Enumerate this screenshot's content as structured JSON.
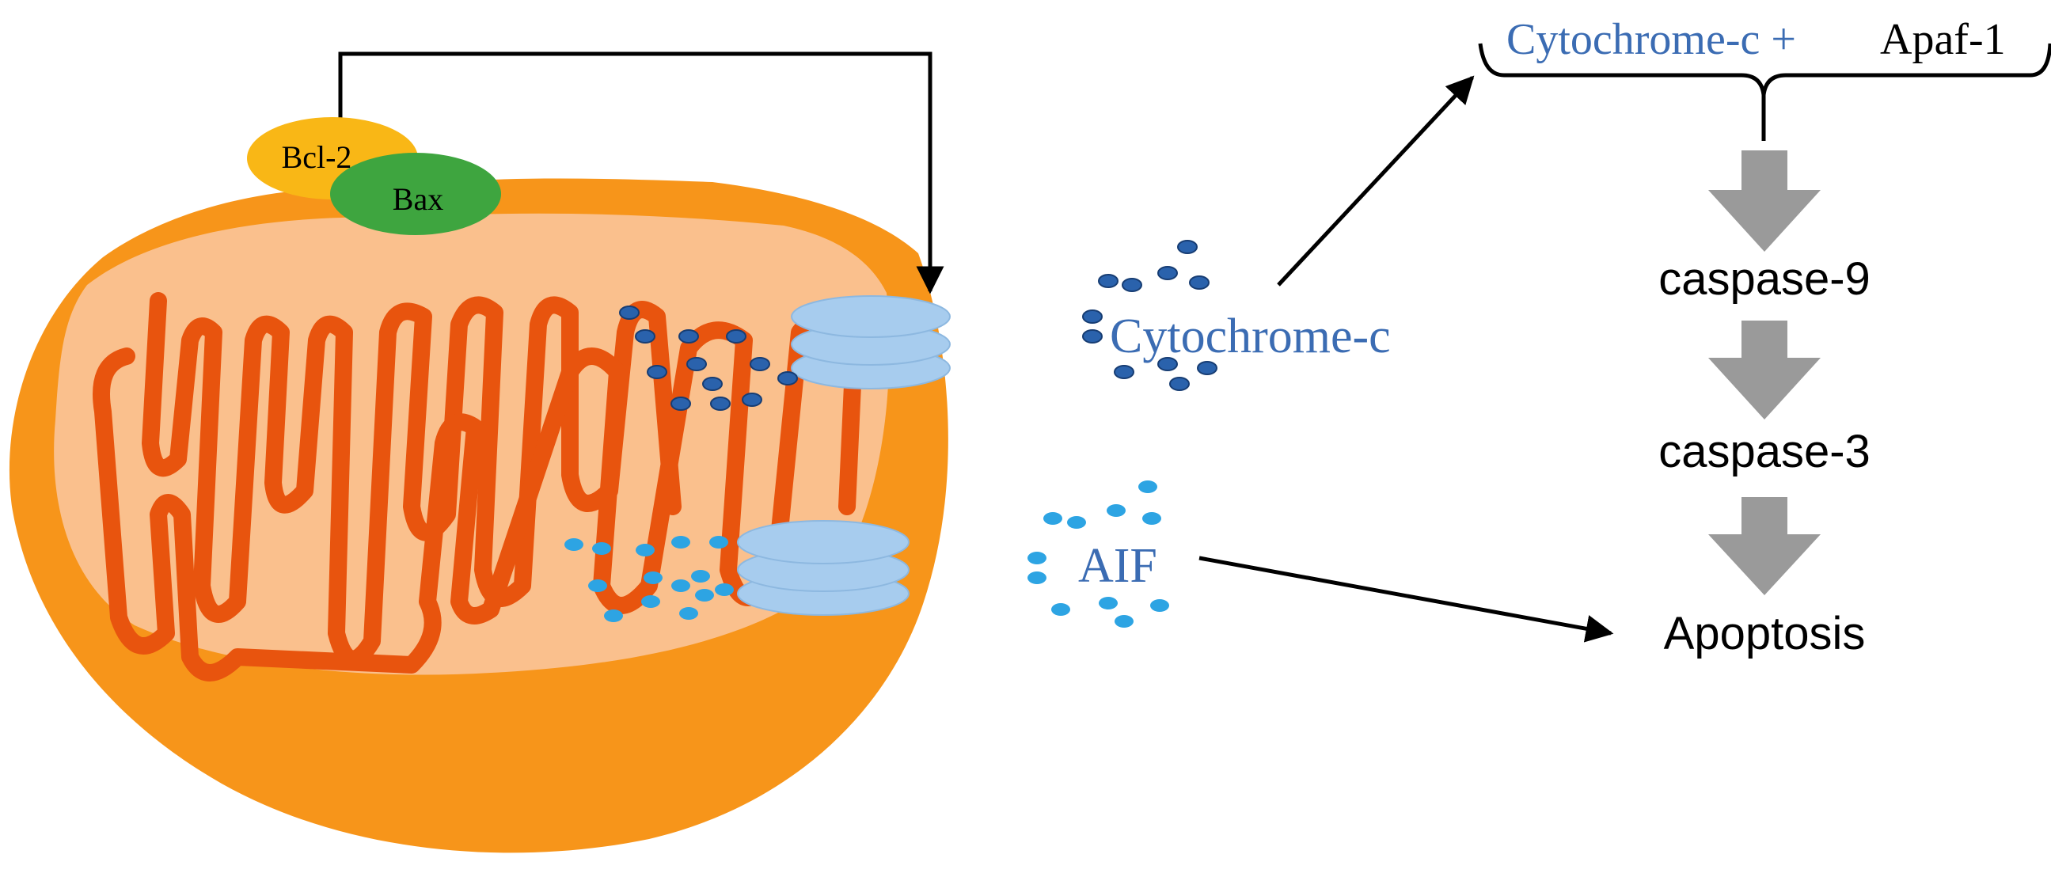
{
  "labels": {
    "bcl2": "Bcl-2",
    "bax": "Bax",
    "cytochrome_c": "Cytochrome-c",
    "aif": "AIF",
    "complex_cytochrome": "Cytochrome-c +",
    "complex_apaf": "Apaf-1",
    "caspase9": "caspase-9",
    "caspase3": "caspase-3",
    "apoptosis": "Apoptosis"
  },
  "colors": {
    "outer_membrane": "#F7951A",
    "matrix": "#FAC08D",
    "cristae": "#E8540E",
    "bcl2": "#F9B716",
    "bax": "#3EA53F",
    "pore": "#A7CCEE",
    "cytochrome_dot": "#2A62AC",
    "aif_dot": "#2DA4E3",
    "blue_text": "#3B6CB3",
    "flow_arrow": "#9A9A9A"
  }
}
